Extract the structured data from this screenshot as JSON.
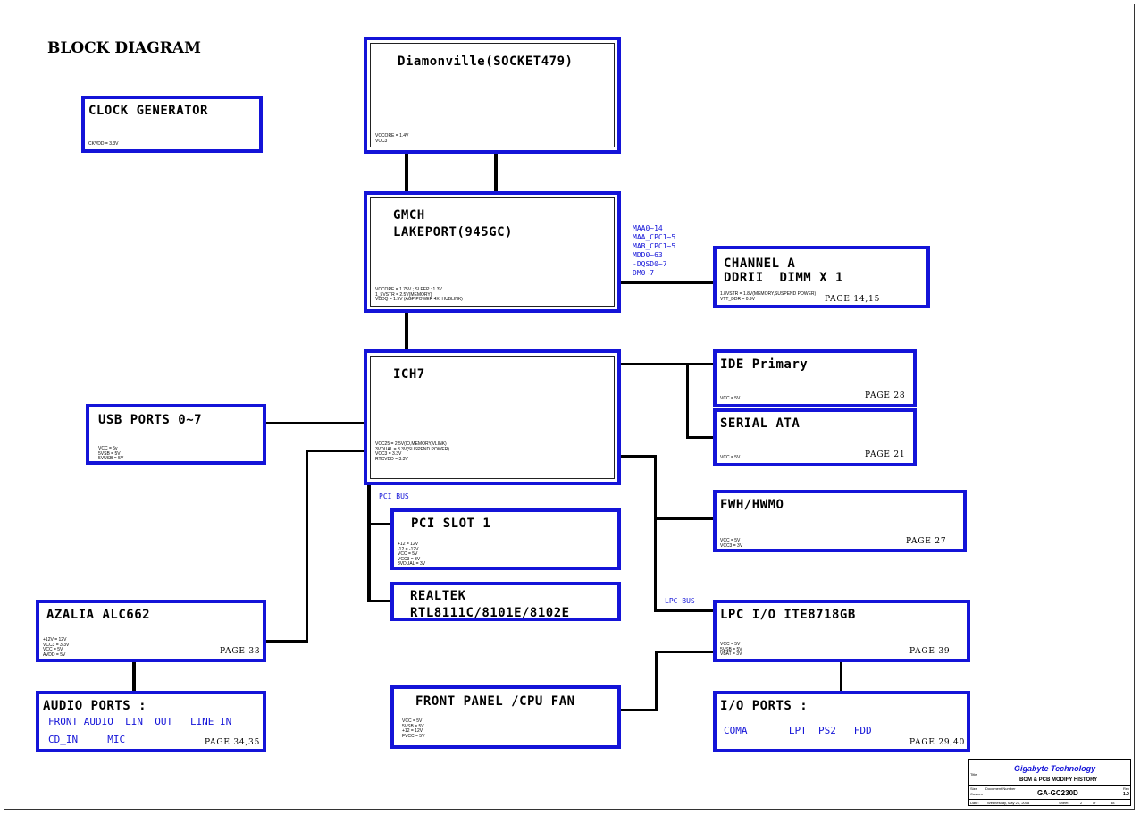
{
  "diagram_title": "BLOCK DIAGRAM",
  "blocks": {
    "cpu": {
      "title": "Diamonville(SOCKET479)",
      "notes": "VCCORE = 1.4V\nVCC3"
    },
    "gmch": {
      "title": "GMCH\nLAKEPORT(945GC)",
      "notes": "VCCORE = 1.75V ; SLEEP : 1.3V\n1_5VSTR = 2.5V(MEMORY)\nVDDQ = 1.5V (AGP POWER 4X, HUBLINK)"
    },
    "ich": {
      "title": "ICH7",
      "notes": "VCC25 = 2.5V(IO,MEMORY,VLINK)\n3VDUAL = 3.3V(SUSPEND POWER)\nVCC3 = 3.3V\nRTCVDD = 3.3V"
    },
    "clock": {
      "title": "CLOCK GENERATOR",
      "notes": "CKVDD = 3.3V"
    },
    "usb": {
      "title": "USB PORTS 0~7",
      "notes": "VCC = 5v\n5VSB = 5V\n5VUSB = 5V"
    },
    "channel": {
      "title": "CHANNEL A\nDDRII  DIMM X 1",
      "notes": "1.8VSTR = 1.8V(MEMORY,SUSPEND POWER)\nVTT_DDR = 0.9V",
      "page": "PAGE 14,15"
    },
    "ide": {
      "title": "IDE Primary",
      "notes": "VCC = 5V",
      "page": "PAGE 28"
    },
    "sata": {
      "title": "SERIAL ATA",
      "notes": "VCC = 5V",
      "page": "PAGE 21"
    },
    "fwh": {
      "title": "FWH/HWMO",
      "notes": "VCC = 5V\nVCC3 = 3V",
      "page": "PAGE 27"
    },
    "pci": {
      "title": "PCI SLOT 1",
      "notes": "+12 = 12V\n-12 = -12V\nVCC = 5V\nVCC3 = 3V\n3VDUAL = 3V"
    },
    "realtek": {
      "title": "REALTEK\nRTL8111C/8101E/8102E"
    },
    "azalia": {
      "title": "AZALIA ALC662",
      "notes": "+12V = 12V\nVCC3 = 3.3V\nVCC = 5V\nAVDD = 5V",
      "page": "PAGE 33"
    },
    "audio": {
      "title": "AUDIO PORTS :",
      "line1": "FRONT AUDIO  LIN_ OUT   LINE_IN",
      "line2": "CD_IN     MIC",
      "page": "PAGE 34,35"
    },
    "front": {
      "title": "FRONT PANEL /CPU FAN",
      "notes": "VCC = 5V\n5VSB = 5V\n+12 = 12V\nFVCC = 5V"
    },
    "lpc": {
      "title": "LPC I/O ITE8718GB",
      "notes": "VCC = 5V\n5VSB = 5V\nVBAT = 3V",
      "page": "PAGE 39"
    },
    "io": {
      "title": "I/O PORTS :",
      "line1": "COMA       LPT  PS2   FDD",
      "page": "PAGE 29,40"
    }
  },
  "mem_signals": "MAA0~14\nMAA_CPC1~5\nMAB_CPC1~5\nMDD0~63\n-DQSD0~7\nDM0~7",
  "bus_labels": {
    "pci_bus": "PCI BUS",
    "lpc_bus": "LPC BUS"
  },
  "title_block": {
    "company": "Gigabyte Technology",
    "subtitle": "BOM & PCB MODIFY HISTORY",
    "doc_number": "GA-GC230D",
    "rev": "1.0",
    "date": "Wednesday, May 21, 2008",
    "size_label": "Size",
    "size_value": "Custom",
    "doc_label": "Document Number",
    "rev_label": "Rev",
    "date_label": "Date:",
    "sheet_label": "Sheet",
    "sheet_value": "2",
    "of_label": "of",
    "of_value": "38",
    "title_label": "Title"
  },
  "colors": {
    "block_border": "#1414d8",
    "wire": "#000000",
    "signal_text": "#1414d8"
  }
}
